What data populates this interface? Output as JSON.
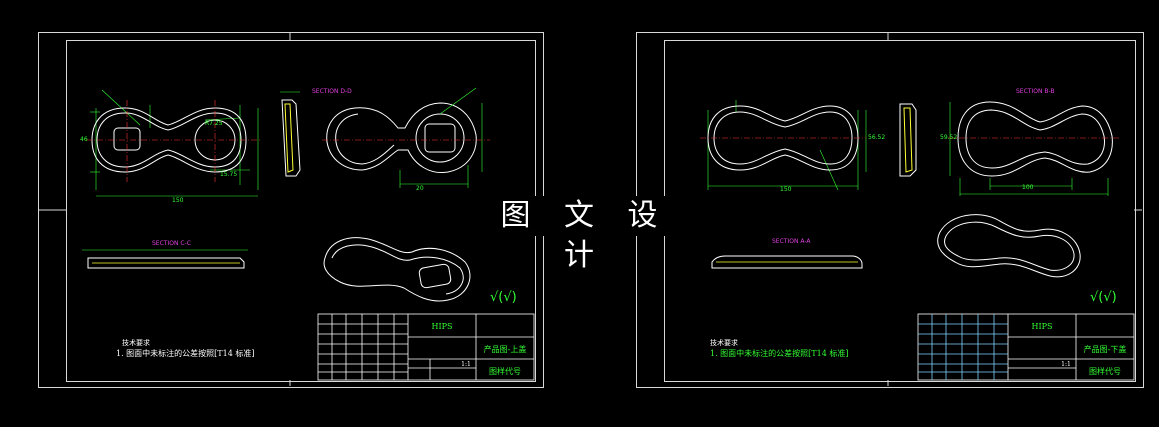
{
  "overlay_title": "图 文 设 计",
  "sheets": [
    {
      "section_top": "SECTION D-D",
      "section_bottom": "SECTION C-C",
      "requirements_title": "技术要求",
      "requirement_1": "1. 图面中未标注的公差按照[T14 标准]",
      "titleblock": {
        "material": "HIPS",
        "drawing_name": "产品图-上盖",
        "drawing_code": "图样代号",
        "scale": "1:1"
      },
      "dims": {
        "overall": "150",
        "d1": "46",
        "d2": "20",
        "d3": "15.75",
        "d4": "R7.25"
      }
    },
    {
      "section_top": "SECTION B-B",
      "section_bottom": "SECTION A-A",
      "requirements_title": "技术要求",
      "requirement_1": "1. 图面中未标注的公差按照[T14 标准]",
      "titleblock": {
        "material": "HIPS",
        "drawing_name": "产品图-下盖",
        "drawing_code": "图样代号",
        "scale": "1:1"
      },
      "dims": {
        "overall": "150",
        "d1": "100",
        "d2": "56.52",
        "d3": "59.52"
      }
    }
  ],
  "colors": {
    "outline": "#d8d8d8",
    "dimension": "#33ff33",
    "centerline": "#ff3030",
    "section": "#e040e0",
    "hidden": "#ffff33",
    "tb_blue": "#7fd3ff"
  }
}
